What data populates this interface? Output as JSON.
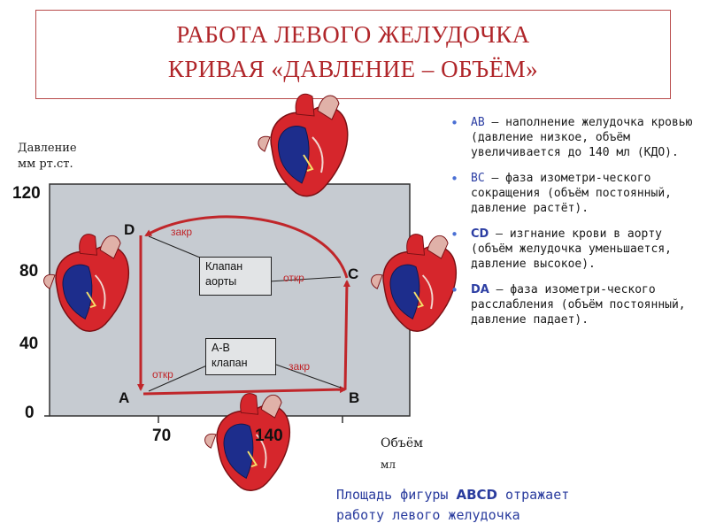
{
  "title": {
    "line1": "РАБОТА ЛЕВОГО ЖЕЛУДОЧКА",
    "line2": "КРИВАЯ «ДАВЛЕНИЕ – ОБЪЁМ»"
  },
  "axes": {
    "y_label_line1": "Давление",
    "y_label_line2": "мм рт.ст.",
    "x_label_line1": "Объём",
    "x_label_line2": "мл",
    "y_ticks": [
      "120",
      "80",
      "40",
      "0"
    ],
    "x_ticks": [
      "70",
      "140"
    ]
  },
  "points": {
    "A": "A",
    "B": "B",
    "C": "C",
    "D": "D"
  },
  "valves": {
    "aortic_line1": "Клапан",
    "aortic_line2": "аорты",
    "av_line1": "А-В",
    "av_line2": "клапан",
    "closed_top": "закр",
    "open_right": "откр",
    "open_left": "откр",
    "closed_bottom": "закр"
  },
  "bullets": [
    {
      "term": "АВ",
      "text": " – наполнение желудочка кровью (давление низкое, объём увеличивается  до 140 мл (КДО)."
    },
    {
      "term": "ВС",
      "text": " – фаза изометри-ческого сокращения (объём постоянный, давление растёт)."
    },
    {
      "term": "CD",
      "text": " – изгнание крови в аорту (объём желудочка уменьшается, давление высокое)."
    },
    {
      "term": "DA",
      "text": " – фаза изометри-ческого расслабления (объём постоянный, давление падает)."
    }
  ],
  "note": {
    "prefix": "Площадь фигуры ",
    "term": "ABCD",
    "suffix": " отражает",
    "line2": "работу левого желудочка"
  },
  "colors": {
    "accent_red": "#c0262a",
    "panel_gray": "#c6cbd1",
    "bullet_blue": "#2c3ea3",
    "heart_blue": "#1d2d8c"
  },
  "icons": [
    "heart-icon"
  ]
}
